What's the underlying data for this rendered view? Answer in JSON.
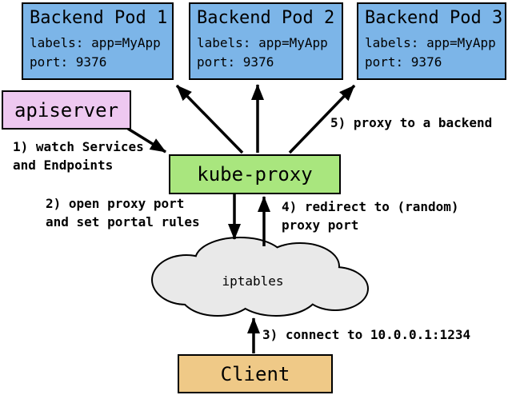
{
  "pods": [
    {
      "title": "Backend Pod 1",
      "labels_line": "labels: app=MyApp",
      "port_line": "port: 9376"
    },
    {
      "title": "Backend Pod 2",
      "labels_line": "labels: app=MyApp",
      "port_line": "port: 9376"
    },
    {
      "title": "Backend Pod 3",
      "labels_line": "labels: app=MyApp",
      "port_line": "port: 9376"
    }
  ],
  "nodes": {
    "apiserver": "apiserver",
    "kube_proxy": "kube-proxy",
    "iptables": "iptables",
    "client": "Client"
  },
  "steps": {
    "s1_line1": "1) watch Services",
    "s1_line2": "and Endpoints",
    "s2_line1": "2) open proxy port",
    "s2_line2": "and set portal rules",
    "s3": "3) connect to 10.0.0.1:1234",
    "s4_line1": "4) redirect to (random)",
    "s4_line2": "proxy port",
    "s5": "5) proxy to a backend"
  },
  "colors": {
    "pod_fill": "#7cb5e8",
    "apiserver_fill": "#eec8f0",
    "kube_proxy_fill": "#a9e67e",
    "client_fill": "#efc987",
    "cloud_fill": "#e9e9e9",
    "outline": "#000000",
    "arrow": "#000000"
  }
}
